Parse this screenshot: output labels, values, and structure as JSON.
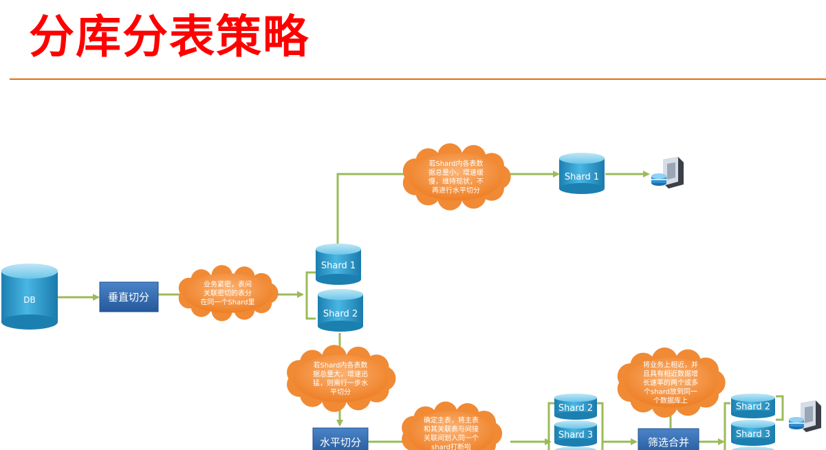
{
  "title": "分库分表策略",
  "nodes": {
    "db": "DB",
    "vertical_split": "垂直切分",
    "horizontal_split": "水平切分",
    "filter_merge": "筛选合并",
    "shard1": "Shard 1",
    "shard2": "Shard 2",
    "shard1_top": "Shard 1",
    "shard2_mid": "Shard 2",
    "shard3_mid": "Shard 3",
    "shard2_right": "Shard 2",
    "shard3_right": "Shard 3"
  },
  "clouds": {
    "vertical_note": [
      "业务紧密，表间",
      "关联密切的表分",
      "在同一个Shard里"
    ],
    "small_shard_note": [
      "若Shard内各表数",
      "据总量小，增速缓",
      "慢，维持现状，不",
      "再进行水平切分"
    ],
    "large_shard_note": [
      "若Shard内各表数",
      "据总量大，增速迅",
      "猛，则需行一步水",
      "平切分"
    ],
    "main_table_note": [
      "确定主表，将主表",
      "和其关联表与间接",
      "关联间划入同一个",
      "shard打断啦"
    ],
    "merge_note": [
      "将业务上相近，并",
      "且具有相近数据增",
      "长速率的两个或多",
      "个shard放到同一",
      "个数据库上"
    ]
  },
  "icons": [
    "database-server-icon",
    "database-server-icon"
  ],
  "colors": {
    "title": "#ff0000",
    "rule": "#e46c0a",
    "cylinder": "#2e9fce",
    "box": "#2f6db5",
    "cloud": "#f79646",
    "arrow": "#9bbb59"
  }
}
